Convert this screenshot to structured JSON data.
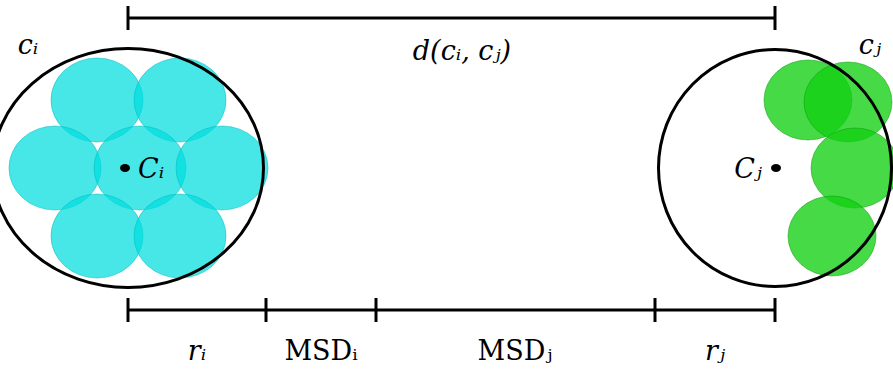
{
  "diagram": {
    "nodes": [
      {
        "text": [
          "cᵢ",
          "Cᵢ"
        ]
      },
      {
        "text": [
          "cⱼ",
          "Cⱼ"
        ]
      }
    ],
    "labels": [
      "d(cᵢ, cⱼ)",
      "rᵢ",
      "MSDᵢ",
      "MSDⱼ",
      "rⱼ"
    ]
  }
}
